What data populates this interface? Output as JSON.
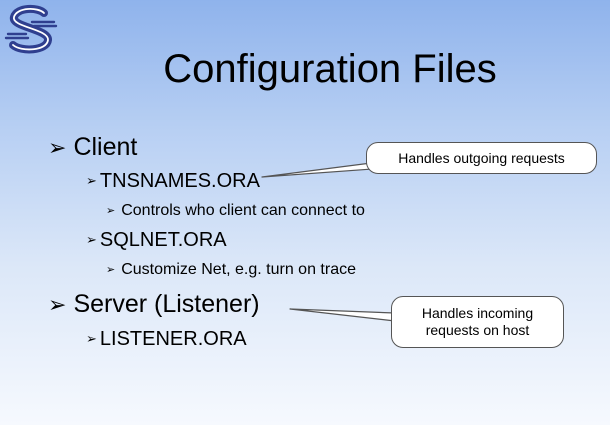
{
  "slide": {
    "title": "Configuration Files",
    "logo": {
      "icon": "s-logo-icon",
      "color": "#2f3f8f"
    },
    "bullets": [
      {
        "arrow": "➢",
        "text": "Client"
      },
      {
        "arrow": "➢",
        "text": "TNSNAMES.ORA"
      },
      {
        "arrow": "➢",
        "text": "Controls who client can connect to"
      },
      {
        "arrow": "➢",
        "text": "SQLNET.ORA"
      },
      {
        "arrow": "➢",
        "text": "Customize Net, e.g. turn on trace"
      },
      {
        "arrow": "➢",
        "text": "Server (Listener)"
      },
      {
        "arrow": "➢",
        "text": "LISTENER.ORA"
      }
    ],
    "callouts": {
      "outgoing": {
        "text": "Handles outgoing requests"
      },
      "incoming": {
        "line1": "Handles incoming",
        "line2": "requests on host"
      }
    }
  }
}
